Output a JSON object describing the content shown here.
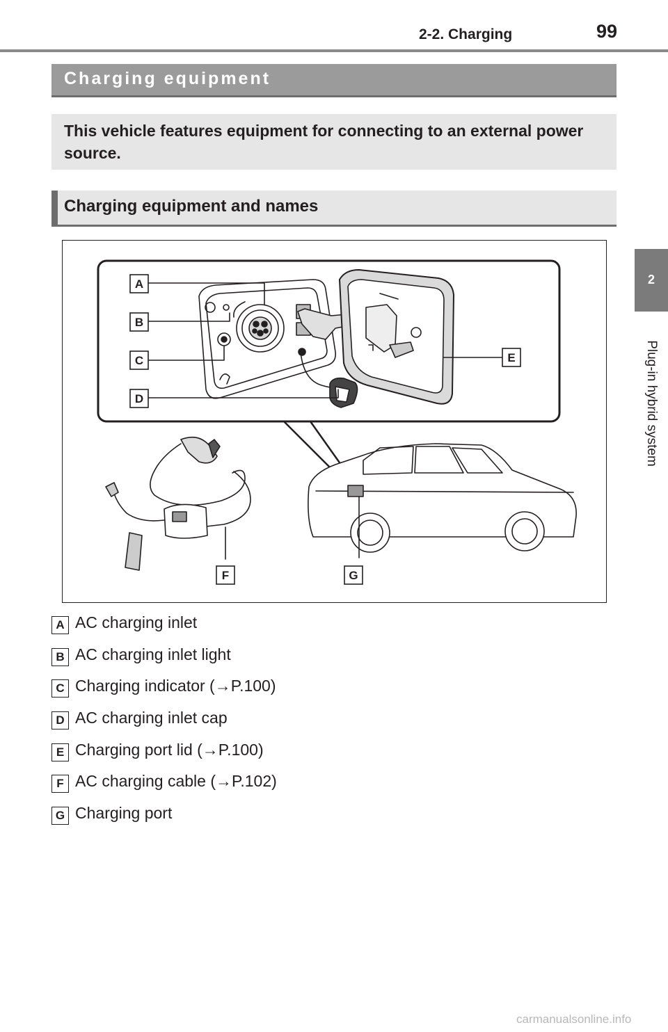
{
  "header": {
    "section": "2-2. Charging",
    "page_number": "99"
  },
  "side_tab": {
    "chapter_number": "2",
    "chapter_title": "Plug-in hybrid system"
  },
  "section_title": "Charging equipment",
  "intro_text": "This vehicle features equipment for connecting to an external power source.",
  "subsection_title": "Charging equipment and names",
  "figure": {
    "callouts": [
      "A",
      "B",
      "C",
      "D",
      "E",
      "F",
      "G"
    ]
  },
  "legend": [
    {
      "letter": "A",
      "text": "AC charging inlet"
    },
    {
      "letter": "B",
      "text": "AC charging inlet light"
    },
    {
      "letter": "C",
      "text": "Charging indicator (→P.100)"
    },
    {
      "letter": "D",
      "text": "AC charging inlet cap"
    },
    {
      "letter": "E",
      "text": "Charging port lid (→P.100)"
    },
    {
      "letter": "F",
      "text": "AC charging cable (→P.102)"
    },
    {
      "letter": "G",
      "text": "Charging port"
    }
  ],
  "watermark": "carmanualsonline.info"
}
